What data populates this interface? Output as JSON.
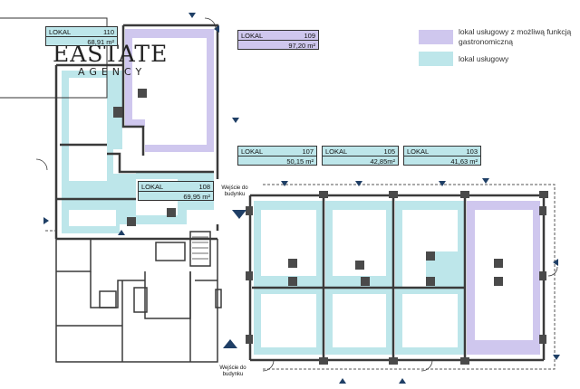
{
  "units": [
    {
      "id": "110",
      "label": "LOKAL",
      "number": "110",
      "area": "68,91 m²",
      "type": "service"
    },
    {
      "id": "109",
      "label": "LOKAL",
      "number": "109",
      "area": "97,20 m²",
      "type": "gastro"
    },
    {
      "id": "107",
      "label": "LOKAL",
      "number": "107",
      "area": "50,15 m²",
      "type": "service"
    },
    {
      "id": "105",
      "label": "LOKAL",
      "number": "105",
      "area": "42,85m²",
      "type": "service"
    },
    {
      "id": "103",
      "label": "LOKAL",
      "number": "103",
      "area": "41,63 m²",
      "type": "service"
    },
    {
      "id": "108",
      "label": "LOKAL",
      "number": "108",
      "area": "69,95 m²",
      "type": "service"
    }
  ],
  "legend": [
    {
      "text": "lokal usługowy z możliwą funkcją gastronomiczną",
      "color": "#cfc7ee"
    },
    {
      "text": "lokal usługowy",
      "color": "#bde6ea"
    }
  ],
  "entrances": [
    {
      "text": "Wejście do budynku"
    },
    {
      "text": "Wejście do budynku"
    }
  ],
  "logo": {
    "main": "EASTATE",
    "sub": "AGENCY"
  },
  "colors": {
    "wall": "#3a3a3a",
    "service": "#bde6ea",
    "gastro": "#cfc7ee",
    "accent": "#1f3f66"
  }
}
